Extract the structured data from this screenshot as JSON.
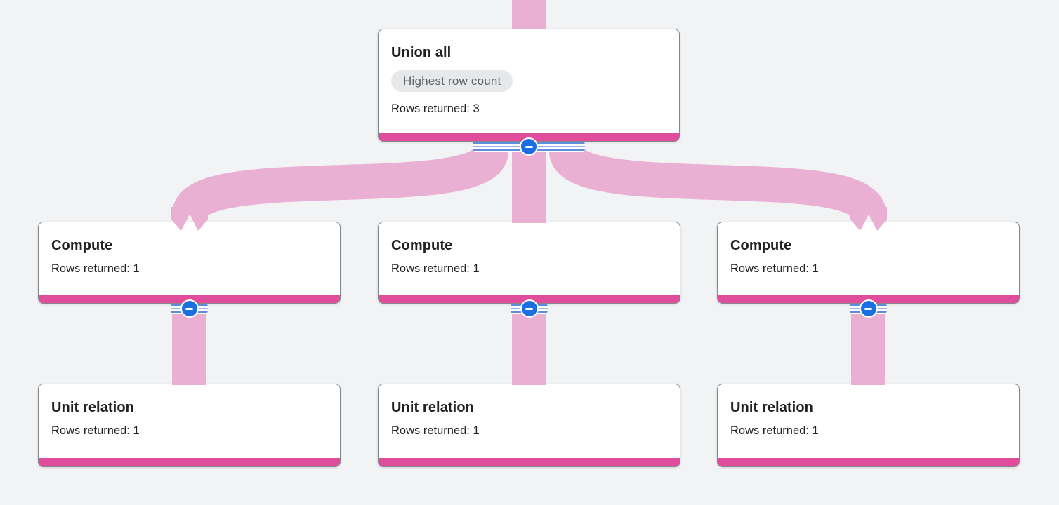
{
  "app": {
    "name": "query-execution-graph"
  },
  "colors": {
    "background": "#f1f3f4",
    "card_background": "#ffffff",
    "card_border": "#84888c",
    "accent_bar": "#e04d9d",
    "edge_ribbon": "#eab0d3",
    "badge_background": "#e6e8ea",
    "badge_text": "#5f6368",
    "text": "#202124",
    "collapse_button": "#1a6fe3",
    "connector_stripe_dark": "#5b8edc",
    "connector_stripe_light": "#93b3e8"
  },
  "nodes": [
    {
      "id": "union-all",
      "title": "Union all",
      "badge": "Highest row count",
      "rows": "Rows returned: 3"
    },
    {
      "id": "compute-left",
      "title": "Compute",
      "rows": "Rows returned: 1"
    },
    {
      "id": "compute-center",
      "title": "Compute",
      "rows": "Rows returned: 1"
    },
    {
      "id": "compute-right",
      "title": "Compute",
      "rows": "Rows returned: 1"
    },
    {
      "id": "unit-relation-left",
      "title": "Unit relation",
      "rows": "Rows returned: 1"
    },
    {
      "id": "unit-relation-center",
      "title": "Unit relation",
      "rows": "Rows returned: 1"
    },
    {
      "id": "unit-relation-right",
      "title": "Unit relation",
      "rows": "Rows returned: 1"
    }
  ],
  "icons": {
    "collapse": "minus-icon"
  }
}
